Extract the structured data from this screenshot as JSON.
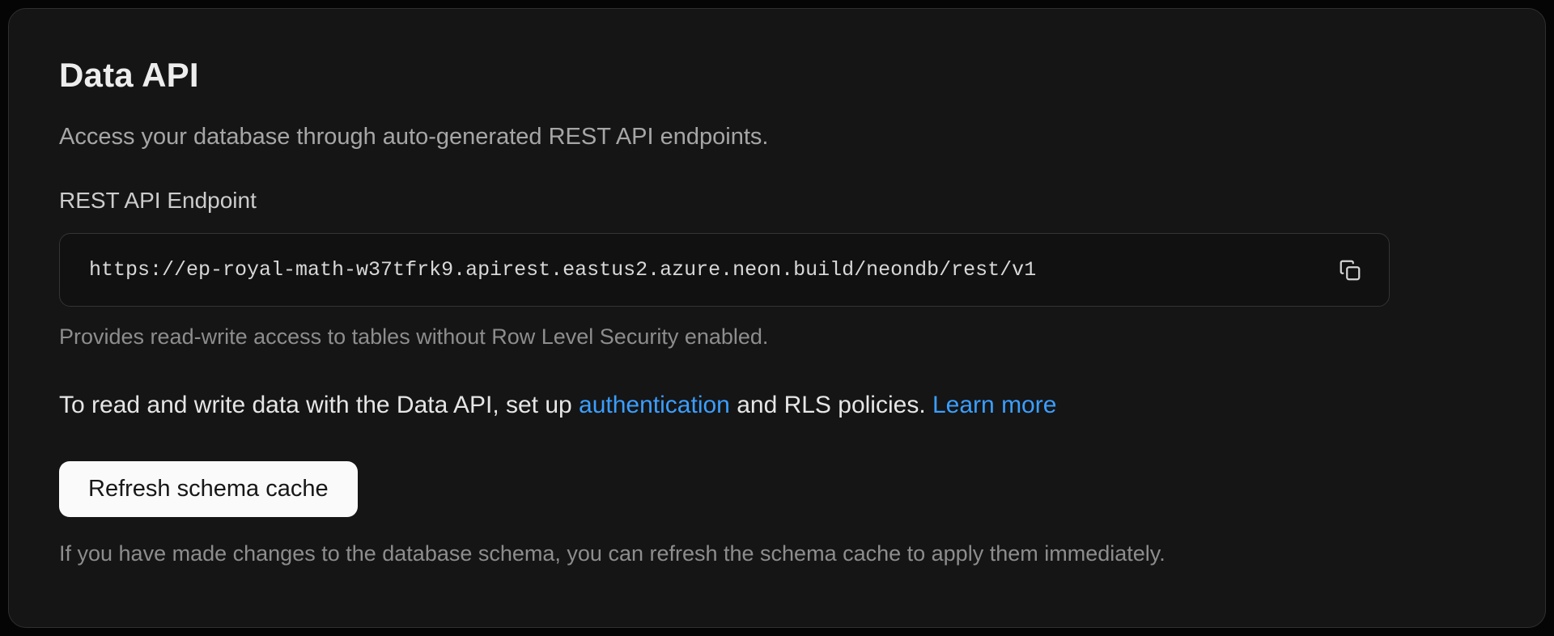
{
  "page": {
    "title": "Data API",
    "description": "Access your database through auto-generated REST API endpoints."
  },
  "endpoint": {
    "label": "REST API Endpoint",
    "url": "https://ep-royal-math-w37tfrk9.apirest.eastus2.azure.neon.build/neondb/rest/v1",
    "help": "Provides read-write access to tables without Row Level Security enabled."
  },
  "auth_note": {
    "prefix": "To read and write data with the Data API, set up ",
    "auth_link": "authentication",
    "middle": " and RLS policies. ",
    "learn_more_link": "Learn more"
  },
  "schema": {
    "refresh_button": "Refresh schema cache",
    "help": "If you have made changes to the database schema, you can refresh the schema cache to apply them immediately."
  },
  "icons": {
    "copy": "copy-icon"
  },
  "colors": {
    "link": "#3b9eff",
    "card-border": "#2f2f2f"
  }
}
